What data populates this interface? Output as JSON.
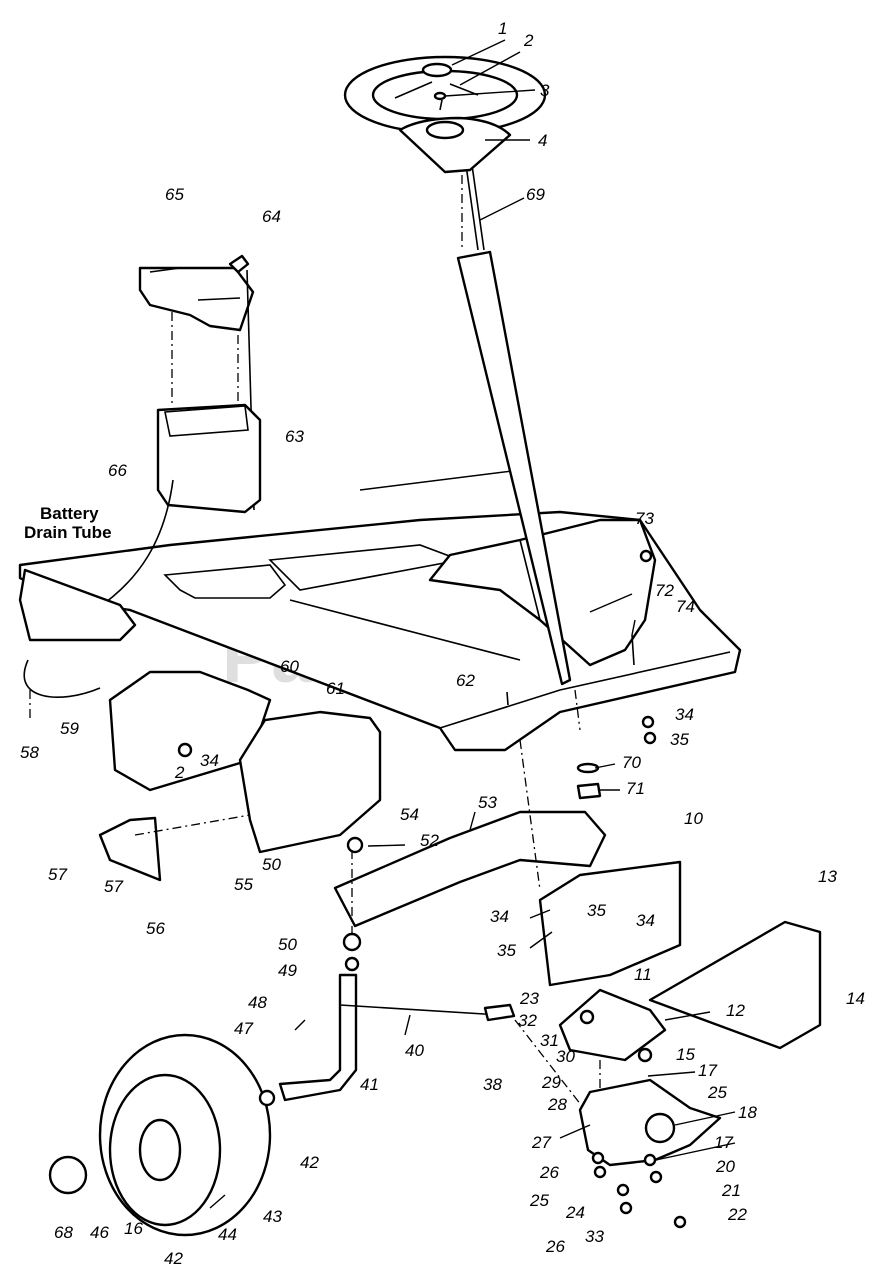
{
  "watermark": {
    "brand": "PartsTree",
    "trademark": "TM"
  },
  "callout": {
    "line1": "Battery",
    "line2": "Drain Tube"
  },
  "part_numbers": {
    "p1": "1",
    "p2": "2",
    "p3": "3",
    "p4": "4",
    "p69": "69",
    "p65": "65",
    "p64": "64",
    "p63": "63",
    "p66": "66",
    "p73": "73",
    "p72": "72",
    "p74": "74",
    "p62": "62",
    "p34a": "34",
    "p35a": "35",
    "p70": "70",
    "p71": "71",
    "p60": "60",
    "p61": "61",
    "p59": "59",
    "p58": "58",
    "p2b": "2",
    "p34b": "34",
    "p54": "54",
    "p52": "52",
    "p53": "53",
    "p50a": "50",
    "p55": "55",
    "p57a": "57",
    "p57b": "57",
    "p56": "56",
    "p10": "10",
    "p13": "13",
    "p34c": "34",
    "p35b": "35",
    "p34d": "34",
    "p35c": "35",
    "p50b": "50",
    "p49": "49",
    "p11": "11",
    "p14": "14",
    "p23": "23",
    "p12": "12",
    "p32": "32",
    "p48": "48",
    "p47": "47",
    "p40": "40",
    "p31": "31",
    "p30": "30",
    "p15": "15",
    "p29": "29",
    "p17a": "17",
    "p25a": "25",
    "p38": "38",
    "p41": "41",
    "p28": "28",
    "p18": "18",
    "p27": "27",
    "p17b": "17",
    "p42a": "42",
    "p26a": "26",
    "p20": "20",
    "p25b": "25",
    "p21": "21",
    "p24": "24",
    "p22": "22",
    "p43": "43",
    "p68": "68",
    "p46": "46",
    "p16": "16",
    "p44": "44",
    "p42b": "42",
    "p26b": "26",
    "p33": "33"
  }
}
